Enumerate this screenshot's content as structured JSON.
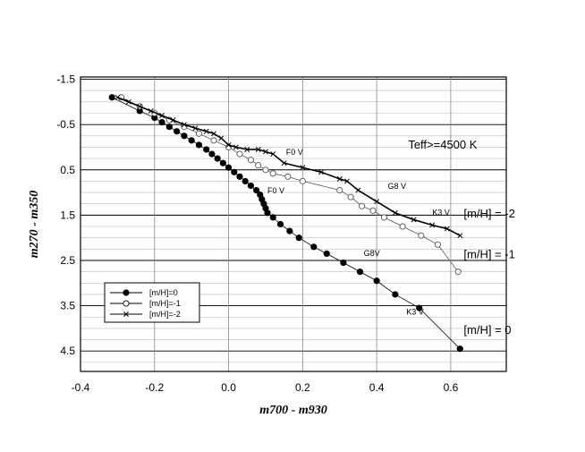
{
  "chart_data": {
    "type": "scatter",
    "xlabel": "m700 - m930",
    "ylabel": "m270 - m350",
    "xlim": [
      -0.4,
      0.75
    ],
    "ylim": [
      4.95,
      -1.55
    ],
    "y_inverted": true,
    "x_ticks": [
      "-0.4",
      "-0.2",
      "0.0",
      "0.2",
      "0.4",
      "0.6"
    ],
    "x_tick_values": [
      -0.4,
      -0.2,
      0.0,
      0.2,
      0.4,
      0.6
    ],
    "y_ticks": [
      "-1.5",
      "-0.5",
      "0.5",
      "1.5",
      "2.5",
      "3.5",
      "4.5"
    ],
    "y_tick_values": [
      -1.5,
      -0.5,
      0.5,
      1.5,
      2.5,
      3.5,
      4.5
    ],
    "grid": true,
    "legend_position": "bottom-left",
    "series": [
      {
        "name": "[m/H]=0",
        "marker": "filled-circle",
        "color": "#000000",
        "x": [
          -0.315,
          -0.24,
          -0.2,
          -0.18,
          -0.16,
          -0.14,
          -0.12,
          -0.1,
          -0.08,
          -0.06,
          -0.045,
          -0.03,
          -0.015,
          0.0,
          0.015,
          0.03,
          0.045,
          0.06,
          0.075,
          0.085,
          0.09,
          0.095,
          0.1,
          0.105,
          0.12,
          0.14,
          0.165,
          0.19,
          0.23,
          0.265,
          0.31,
          0.355,
          0.4,
          0.45,
          0.515,
          0.625
        ],
        "y": [
          -1.1,
          -0.8,
          -0.65,
          -0.55,
          -0.45,
          -0.35,
          -0.25,
          -0.15,
          -0.05,
          0.05,
          0.15,
          0.25,
          0.35,
          0.45,
          0.55,
          0.65,
          0.75,
          0.85,
          0.95,
          1.05,
          1.15,
          1.25,
          1.35,
          1.45,
          1.55,
          1.7,
          1.85,
          2.0,
          2.2,
          2.35,
          2.55,
          2.75,
          2.95,
          3.25,
          3.55,
          4.45
        ]
      },
      {
        "name": "[m/H]=-1",
        "marker": "open-circle",
        "color": "#555555",
        "x": [
          -0.29,
          -0.24,
          -0.2,
          -0.16,
          -0.12,
          -0.08,
          -0.04,
          0.0,
          0.03,
          0.06,
          0.08,
          0.1,
          0.12,
          0.16,
          0.2,
          0.3,
          0.33,
          0.36,
          0.39,
          0.42,
          0.47,
          0.52,
          0.565,
          0.62
        ],
        "y": [
          -1.1,
          -0.9,
          -0.75,
          -0.6,
          -0.45,
          -0.3,
          -0.15,
          0.0,
          0.15,
          0.28,
          0.4,
          0.5,
          0.58,
          0.65,
          0.75,
          0.95,
          1.1,
          1.3,
          1.4,
          1.55,
          1.75,
          1.95,
          2.15,
          2.75
        ]
      },
      {
        "name": "[m/H]=-2",
        "marker": "cross",
        "color": "#000000",
        "x": [
          -0.3,
          -0.27,
          -0.24,
          -0.21,
          -0.18,
          -0.15,
          -0.12,
          -0.09,
          -0.06,
          -0.04,
          -0.02,
          0.0,
          0.02,
          0.05,
          0.08,
          0.1,
          0.12,
          0.15,
          0.2,
          0.25,
          0.3,
          0.32,
          0.35,
          0.4,
          0.45,
          0.5,
          0.55,
          0.59,
          0.625
        ],
        "y": [
          -1.1,
          -1.0,
          -0.9,
          -0.8,
          -0.7,
          -0.6,
          -0.5,
          -0.42,
          -0.35,
          -0.3,
          -0.2,
          -0.05,
          0.0,
          0.05,
          0.05,
          0.1,
          0.15,
          0.35,
          0.45,
          0.55,
          0.7,
          0.75,
          0.95,
          1.2,
          1.45,
          1.6,
          1.72,
          1.8,
          1.95
        ]
      }
    ],
    "annotations": [
      {
        "text": "F0 V",
        "x": 0.155,
        "y": 0.17
      },
      {
        "text": "F0 V",
        "x": 0.105,
        "y": 1.02
      },
      {
        "text": "G8 V",
        "x": 0.43,
        "y": 0.92
      },
      {
        "text": "K3 V",
        "x": 0.55,
        "y": 1.5
      },
      {
        "text": "G8V",
        "x": 0.365,
        "y": 2.4
      },
      {
        "text": "K3 V",
        "x": 0.48,
        "y": 3.7
      },
      {
        "text": "Teff>=4500 K",
        "x": 0.485,
        "y": 0.03
      },
      {
        "text": "[m/H] = -2",
        "x": 0.635,
        "y": 1.55
      },
      {
        "text": "[m/H] = -1",
        "x": 0.635,
        "y": 2.45
      },
      {
        "text": "[m/H] = 0",
        "x": 0.635,
        "y": 4.12
      }
    ],
    "legend": [
      "[m/H]=0",
      "[m/H]=-1",
      "[m/H]=-2"
    ]
  }
}
